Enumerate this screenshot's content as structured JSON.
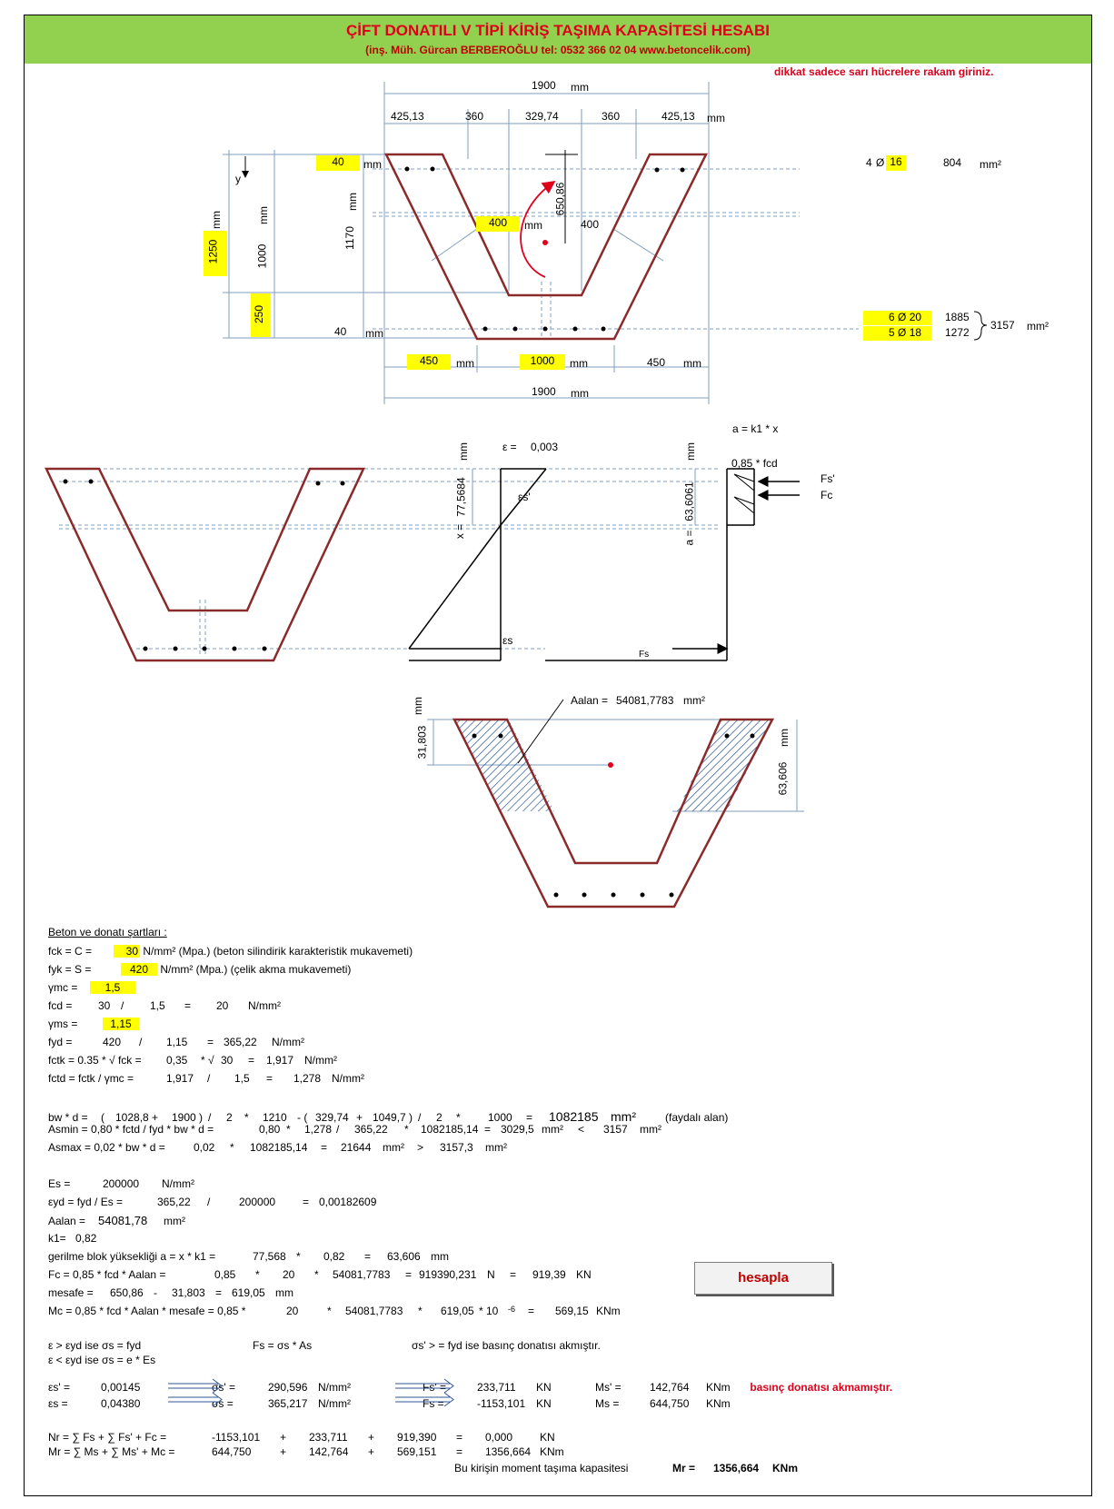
{
  "header": {
    "title": "ÇİFT DONATILI V TİPİ KİRİŞ TAŞIMA KAPASİTESİ HESABI",
    "subtitle": "(inş. Müh. Gürcan BERBEROĞLU tel: 0532 366 02 04  www.betoncelik.com)",
    "warning": "dikkat sadece sarı hücrelere rakam giriniz."
  },
  "section1": {
    "top_width": "1900",
    "mm": "mm",
    "top_dims": [
      "425,13",
      "360",
      "329,74",
      "360",
      "425,13"
    ],
    "cover_top": "40",
    "axis_y": "y",
    "total_h": "1250",
    "h1000": "1000",
    "h1170": "1170",
    "h250": "250",
    "slab_w": "400",
    "slab_w2": "400",
    "lever": "650,86",
    "cover_bot": "40",
    "bot_dims": {
      "a": "450",
      "b": "1000",
      "c": "450"
    },
    "bot_width": "1900",
    "top_bar": {
      "count": "4",
      "phi": "Ø",
      "dia": "16",
      "area": "804",
      "unit": "mm²"
    },
    "bot_bars": [
      {
        "count": "6",
        "phi": "Ø",
        "dia": "20",
        "area": "1885"
      },
      {
        "count": "5",
        "phi": "Ø",
        "dia": "18",
        "area": "1272"
      }
    ],
    "bot_total": "3157",
    "bot_unit": "mm²"
  },
  "section2": {
    "a_eq": "a = k1 * x",
    "eps_label": "ε =",
    "eps_val": "0,003",
    "x_label": "x =",
    "x_val": "77,5684",
    "mm": "mm",
    "eps_s_prime": "εs'",
    "eps_s": "εs",
    "a_label": "a =",
    "a_val": "63,6061",
    "fcd_label": "0,85 * fcd",
    "fs_prime": "Fs'",
    "fc": "Fc",
    "fs": "Fs"
  },
  "section3": {
    "aalan_label": "Aalan =",
    "aalan_val": "54081,7783",
    "unit": "mm²",
    "h1": "31,803",
    "h2": "63,606",
    "mm": "mm"
  },
  "calc": {
    "heading": "Beton ve donatı şartları :",
    "fck": {
      "label": "fck = C =",
      "val": "30",
      "desc": "N/mm² (Mpa.) (beton silindirik karakteristik mukavemeti)"
    },
    "fyk": {
      "label": "fyk = S =",
      "val": "420",
      "desc": "N/mm² (Mpa.) (çelik akma mukavemeti)"
    },
    "gmc": {
      "label": "γmc =",
      "val": "1,5"
    },
    "fcd": [
      "fcd =",
      "30",
      "/",
      "1,5",
      "=",
      "20",
      "N/mm²"
    ],
    "gms": {
      "label": "γms =",
      "val": "1,15"
    },
    "fyd": [
      "fyd =",
      "420",
      "/",
      "1,15",
      "=",
      "365,22",
      "N/mm²"
    ],
    "fctk": [
      "fctk = 0.35 * √ fck =",
      "0,35",
      "* √",
      "30",
      "=",
      "1,917",
      "N/mm²"
    ],
    "fctd": [
      "fctd = fctk / γmc =",
      "1,917",
      "/",
      "1,5",
      "=",
      "1,278",
      "N/mm²"
    ],
    "bwd": [
      "bw * d =",
      "(",
      "1028,8",
      "+",
      "1900",
      ")",
      "/",
      "2",
      "*",
      "1210",
      "- (",
      "329,74",
      "+",
      "1049,7",
      ")",
      "/",
      "2",
      "*",
      "1000",
      "=",
      "1082185",
      "mm²",
      "(faydalı alan)"
    ],
    "asmin": [
      "Asmin = 0,80 * fctd / fyd * bw * d =",
      "0,80",
      "*",
      "1,278",
      "/",
      "365,22",
      "*",
      "1082185,14",
      "=",
      "3029,5",
      "mm²",
      "<",
      "3157",
      "mm²"
    ],
    "asmax": [
      "Asmax = 0,02 * bw * d =",
      "0,02",
      "*",
      "1082185,14",
      "=",
      "21644",
      "mm²",
      ">",
      "3157,3",
      "mm²"
    ],
    "es": [
      "Es =",
      "200000",
      "N/mm²"
    ],
    "eyd": [
      "εyd = fyd / Es =",
      "365,22",
      "/",
      "200000",
      "=",
      "0,00182609"
    ],
    "aalan": [
      "Aalan =",
      "54081,78",
      "mm²"
    ],
    "k1": [
      "k1=",
      "0,82"
    ],
    "blok": [
      "gerilme blok yüksekliği   a = x * k1 =",
      "77,568",
      "*",
      "0,82",
      "=",
      "63,606",
      "mm"
    ],
    "fc": [
      "Fc = 0,85 * fcd * Aalan =",
      "0,85",
      "*",
      "20",
      "*",
      "54081,7783",
      "=",
      "919390,231",
      "N",
      "=",
      "919,39",
      "KN"
    ],
    "mesafe": [
      "mesafe =",
      "650,86",
      "-",
      "31,803",
      "=",
      "619,05",
      "mm"
    ],
    "mc": [
      "Mc = 0,85 * fcd * Aalan * mesafe = 0,85 *",
      "20",
      "*",
      "54081,7783",
      "*",
      "619,05",
      "* 10",
      "-6",
      "=",
      "569,15",
      "KNm"
    ],
    "rule1": [
      "ε  >  εyd    ise    σs = fyd",
      "Fs = σs * As",
      "σs'  > = fyd  ise basınç donatısı akmıştır."
    ],
    "rule2": [
      "ε  <  εyd    ise    σs = e * Es"
    ],
    "r1": [
      "εs' =",
      "0,00145",
      "σs' =",
      "290,596",
      "N/mm²",
      "Fs' =",
      "233,711",
      "KN",
      "Ms' =",
      "142,764",
      "KNm"
    ],
    "r1_note": "basınç donatısı akmamıştır.",
    "r2": [
      "εs =",
      "0,04380",
      "σs =",
      "365,217",
      "N/mm²",
      "Fs =",
      "-1153,101",
      "KN",
      "Ms =",
      "644,750",
      "KNm"
    ],
    "nr": [
      "Nr = ∑ Fs + ∑ Fs' + Fc =",
      "-1153,101",
      "+",
      "233,711",
      "+",
      "919,390",
      "=",
      "0,000",
      "KN"
    ],
    "mr": [
      "Mr = ∑ Ms + ∑ Ms' + Mc =",
      "644,750",
      "+",
      "142,764",
      "+",
      "569,151",
      "=",
      "1356,664",
      "KNm"
    ],
    "final": [
      "Bu kirişin moment taşıma kapasitesi",
      "Mr =",
      "1356,664",
      "KNm"
    ]
  },
  "button": {
    "label": "hesapla"
  }
}
